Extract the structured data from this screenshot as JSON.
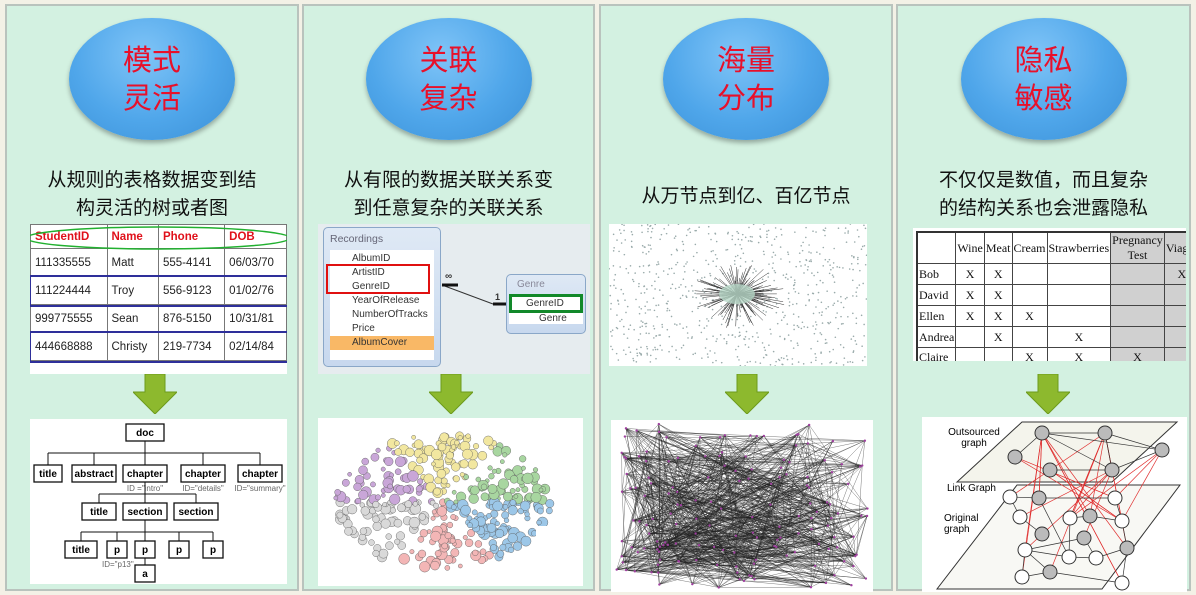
{
  "panels": [
    {
      "title": [
        "模式",
        "灵活"
      ],
      "caption": [
        "从规则的表格数据变到结",
        "构灵活的树或者图"
      ]
    },
    {
      "title": [
        "关联",
        "复杂"
      ],
      "caption": [
        "从有限的数据关联关系变",
        "到任意复杂的关联关系"
      ]
    },
    {
      "title": [
        "海量",
        "分布"
      ],
      "caption": [
        "从万节点到亿、百亿节点"
      ]
    },
    {
      "title": [
        "隐私",
        "敏感"
      ],
      "caption": [
        "不仅仅是数值，而且复杂",
        "的结构关系也会泄露隐私"
      ]
    }
  ],
  "student_table": {
    "headers": [
      "StudentID",
      "Name",
      "Phone",
      "DOB"
    ],
    "rows": [
      [
        "111335555",
        "Matt",
        "555-4141",
        "06/03/70"
      ],
      [
        "111224444",
        "Troy",
        "556-9123",
        "01/02/76"
      ],
      [
        "999775555",
        "Sean",
        "876-5150",
        "10/31/81"
      ],
      [
        "444668888",
        "Christy",
        "219-7734",
        "02/14/84"
      ]
    ]
  },
  "tree": {
    "root": "doc",
    "level1": [
      "title",
      "abstract",
      "chapter",
      "chapter",
      "chapter"
    ],
    "ids1": [
      "ID =\"intro\"",
      "ID=\"details\"",
      "ID=\"summary\""
    ],
    "level2": [
      "title",
      "section",
      "section"
    ],
    "level3": [
      "title",
      "p",
      "p",
      "p",
      "p"
    ],
    "id3": "ID=\"p13\"",
    "leaf": "a"
  },
  "schema": {
    "recordings_title": "Recordings",
    "recordings_fields": [
      "AlbumID",
      "ArtistID",
      "GenreID",
      "YearOfRelease",
      "NumberOfTracks",
      "Price",
      "AlbumCover"
    ],
    "genre_title": "Genre",
    "genre_fields": [
      "GenreID",
      "Genre"
    ],
    "many": "∞",
    "one": "1"
  },
  "purchase_table": {
    "headers": [
      "",
      "Wine",
      "Meat",
      "Cream",
      "Strawberries",
      "Pregnancy Test",
      "Viagra"
    ],
    "rows": [
      [
        "Bob",
        "X",
        "X",
        "",
        "",
        "",
        "X"
      ],
      [
        "David",
        "X",
        "X",
        "",
        "",
        "",
        ""
      ],
      [
        "Ellen",
        "X",
        "X",
        "X",
        "",
        "",
        ""
      ],
      [
        "Andrea",
        "",
        "X",
        "",
        "X",
        "",
        ""
      ],
      [
        "Claire",
        "",
        "",
        "X",
        "X",
        "X",
        ""
      ]
    ]
  },
  "link_graph": {
    "labels": [
      "Outsourced graph",
      "Link Graph",
      "Original graph"
    ]
  }
}
